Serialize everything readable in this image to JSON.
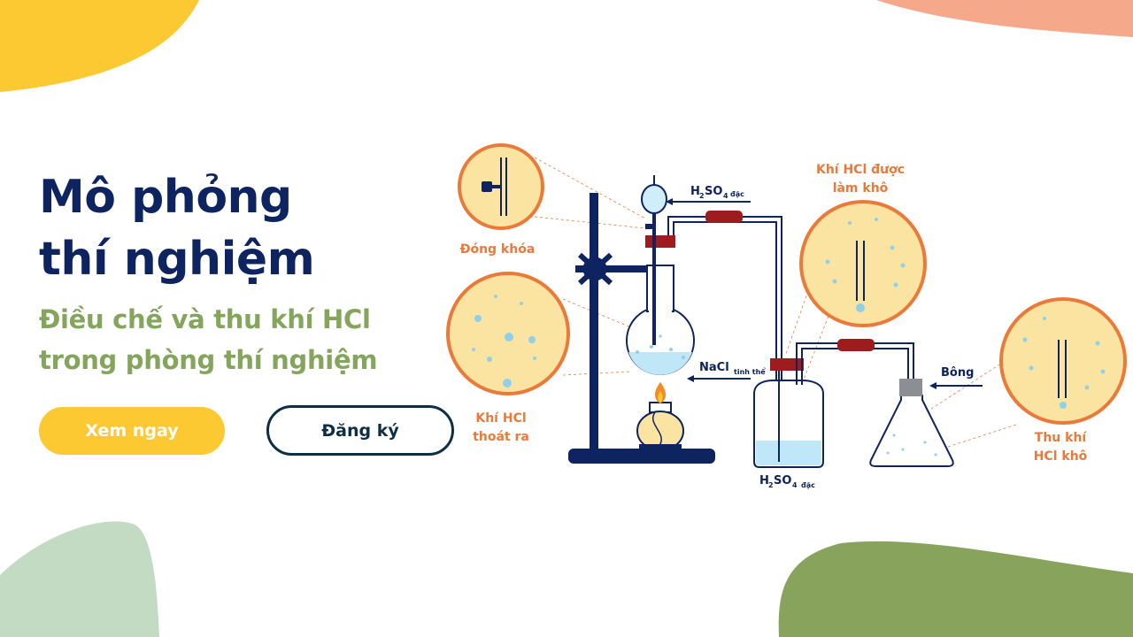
{
  "hero": {
    "title_line1": "Mô phỏng",
    "title_line2": "thí nghiệm",
    "subtitle_line1": "Điều chế và thu khí HCl",
    "subtitle_line2": "trong phòng thí nghiệm"
  },
  "buttons": {
    "view_label": "Xem ngay",
    "register_label": "Đăng ký"
  },
  "diagram": {
    "labels": {
      "dong_khoa": "Đóng khóa",
      "khi_hcl_1": "Khí HCl",
      "khi_hcl_2": "thoát ra",
      "lam_kho_1": "Khí HCl được",
      "lam_kho_2": "làm khô",
      "thu_khi_1": "Thu khí",
      "thu_khi_2": "HCl khô",
      "bong": "Bông"
    },
    "chem": {
      "h": "H",
      "h_sub": "2",
      "so": "SO",
      "so_sub": "4",
      "dac": "đặc",
      "nacl": "NaCl",
      "tinh_the": "tinh thể"
    }
  },
  "colors": {
    "navy": "#0d2460",
    "green": "#84a55c",
    "yellow": "#fcc932",
    "orange": "#ea7a3a",
    "peach": "#fbe3a1",
    "red_tube": "#9e1b1e"
  },
  "icons": {
    "flame": "flame-icon",
    "right_arrow": "arrow-icon"
  }
}
